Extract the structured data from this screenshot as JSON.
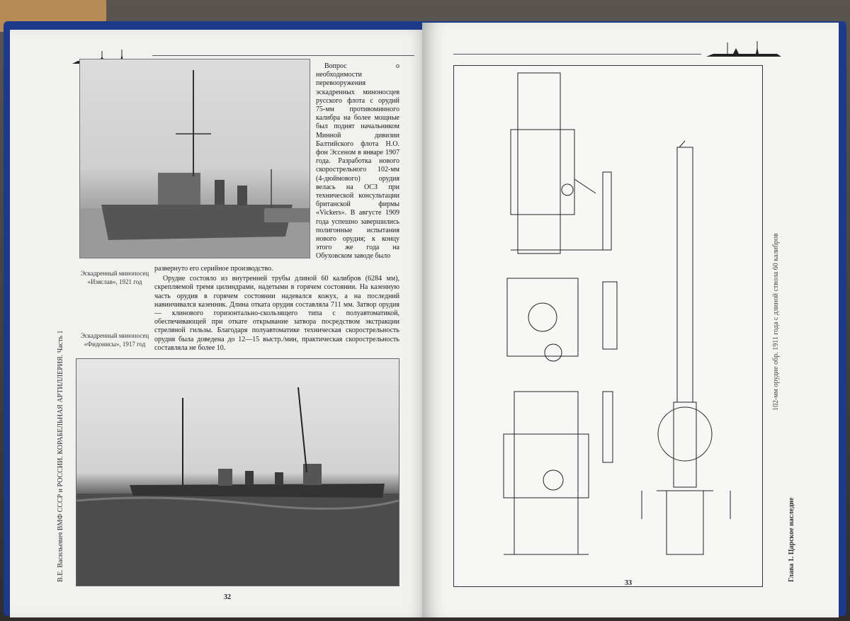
{
  "left_page": {
    "number": "32",
    "spine_text": "В.Е. Васильевич ВМФ СССР и РОССИИ. КОРАБЕЛЬНАЯ АРТИЛЛЕРИЯ. Часть 1",
    "photo1_caption": [
      "Эскадренный миноносец",
      "«Изяслав», 1921 год"
    ],
    "photo2_caption": [
      "Эскадренный миноносец",
      "«Фидонисы», 1917 год"
    ],
    "column_text": "Вопрос о необходимости перевооружения эскадренных миноносцев русского флота с орудий 75-мм противоминного калибра на более мощные был поднят начальником Минной дивизии Балтийского флота Н.О. фон Эссеном в январе 1907 года. Разработка нового скорострельного 102-мм (4-дюймового) орудия велась на ОСЗ при технической консультации британской фирмы «Vickers». В августе 1909 года успешно завершились полигонные испытания нового орудия; к концу этого же года на Обуховском заводе было",
    "wide_text_1": "развернуто его серийное производство.",
    "wide_text_2": "Орудие состояло из внутренней трубы длиной 60 калибров (6284 мм), скрепляемой тремя цилиндрами, надетыми в горячем состоянии. На казенную часть орудия в горячем состоянии надевался кожух, а на последний навинчивался казенник. Длина отката орудия составляла 711 мм. Затвор орудия — клинового горизонтально-скользящего типа с полуавтоматикой, обеспечивающей при откате открывание затвора посредством экстракции стреляной гильзы. Благодаря полуавтоматике техническая скорострельность орудия была доведена до 12—15 выстр./мин, практическая скорострельность составляла не более 10."
  },
  "right_page": {
    "number": "33",
    "drawing_caption": "102-мм орудие обр. 1911 года с длиной ствола 60 калибров",
    "chapter_text": "Глава 1. Царское наследие"
  }
}
